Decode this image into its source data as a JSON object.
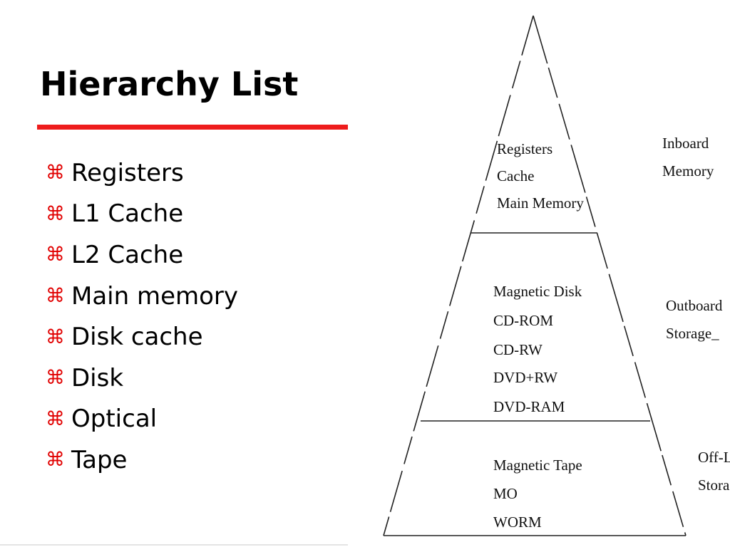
{
  "slide": {
    "title": "Hierarchy List",
    "bullet_symbol": "⌘",
    "bullet_color": "#e10000",
    "accent_color": "#ee1c1c",
    "items": [
      "Registers",
      "L1 Cache",
      "L2 Cache",
      "Main memory",
      "Disk cache",
      "Disk",
      "Optical",
      "Tape"
    ]
  },
  "diagram": {
    "tiers": [
      {
        "contents": [
          "Registers",
          "Cache",
          "Main Memory"
        ],
        "side_label": [
          "Inboard",
          "Memory"
        ]
      },
      {
        "contents": [
          "Magnetic Disk",
          "CD-ROM",
          "CD-RW",
          "DVD+RW",
          "DVD-RAM"
        ],
        "side_label": [
          "Outboard",
          "Storage_"
        ]
      },
      {
        "contents": [
          "Magnetic Tape",
          "MO",
          "WORM"
        ],
        "side_label": [
          "Off-Line",
          "Storage"
        ]
      }
    ]
  }
}
